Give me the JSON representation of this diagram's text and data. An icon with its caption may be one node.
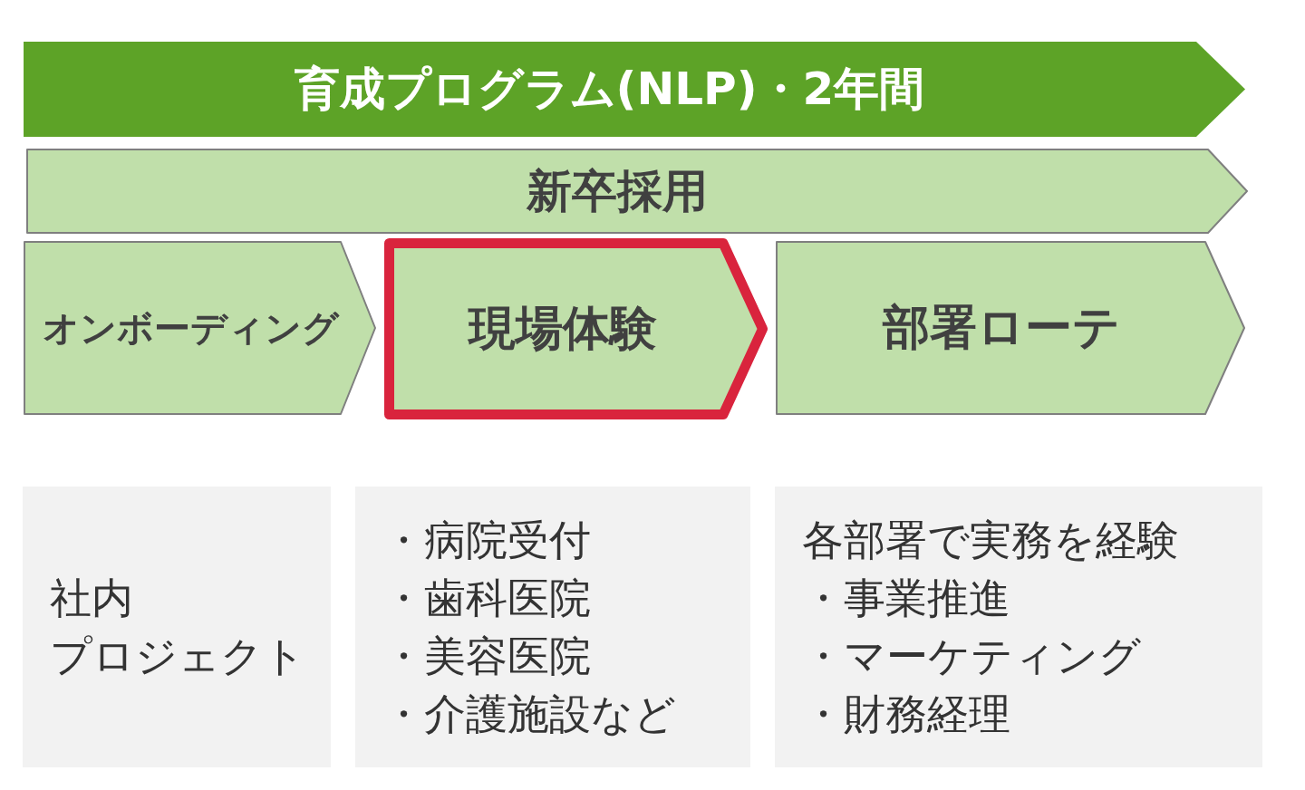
{
  "diagram": {
    "nodes": [
      {
        "text": [
          "育成プログラム(NLP)・2年間"
        ]
      },
      {
        "text": [
          "新卒採用"
        ]
      },
      {
        "text": [
          "オンボーディング"
        ]
      },
      {
        "text": [
          "現場体験"
        ]
      },
      {
        "text": [
          "部署ローテ"
        ]
      },
      {
        "text": [
          "社内",
          "プロジェクト"
        ]
      },
      {
        "text": [
          "・病院受付",
          "・歯科医院",
          "・美容医院",
          "・介護施設など"
        ]
      },
      {
        "text": [
          "各部署で実務を経験",
          "・事業推進",
          "・マーケティング",
          "・財務経理"
        ]
      }
    ]
  }
}
